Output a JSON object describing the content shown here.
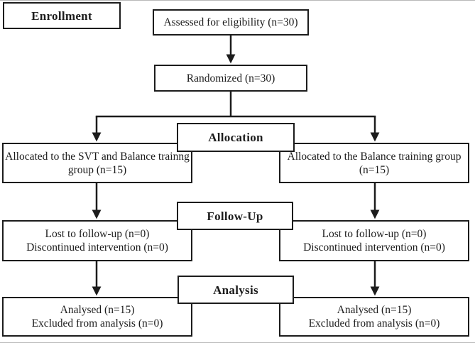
{
  "diagram": {
    "title": "CONSORT participant flow diagram",
    "colors": {
      "line": "#1c1c1c",
      "box_border": "#1c1c1c",
      "background": "#ffffff",
      "text": "#1c1c1c"
    },
    "stage_labels": {
      "enrollment": "Enrollment",
      "allocation": "Allocation",
      "follow_up": "Follow-Up",
      "analysis": "Analysis"
    },
    "nodes": {
      "assessed": {
        "text": "Assessed for eligibility (n=30)"
      },
      "randomized": {
        "text": "Randomized (n=30)"
      },
      "alloc_left": {
        "line1": "Allocated to the SVT and Balance trainng",
        "line2": "group (n=15)"
      },
      "alloc_right": {
        "line1": "Allocated to the Balance training group",
        "line2": "(n=15)"
      },
      "follow_left": {
        "line1": "Lost to follow-up (n=0)",
        "line2": "Discontinued intervention (n=0)"
      },
      "follow_right": {
        "line1": "Lost to follow-up (n=0)",
        "line2": "Discontinued intervention (n=0)"
      },
      "analysis_left": {
        "line1": "Analysed (n=15)",
        "line2": "Excluded from analysis (n=0)"
      },
      "analysis_right": {
        "line1": "Analysed (n=15)",
        "line2": "Excluded from analysis (n=0)"
      }
    }
  }
}
